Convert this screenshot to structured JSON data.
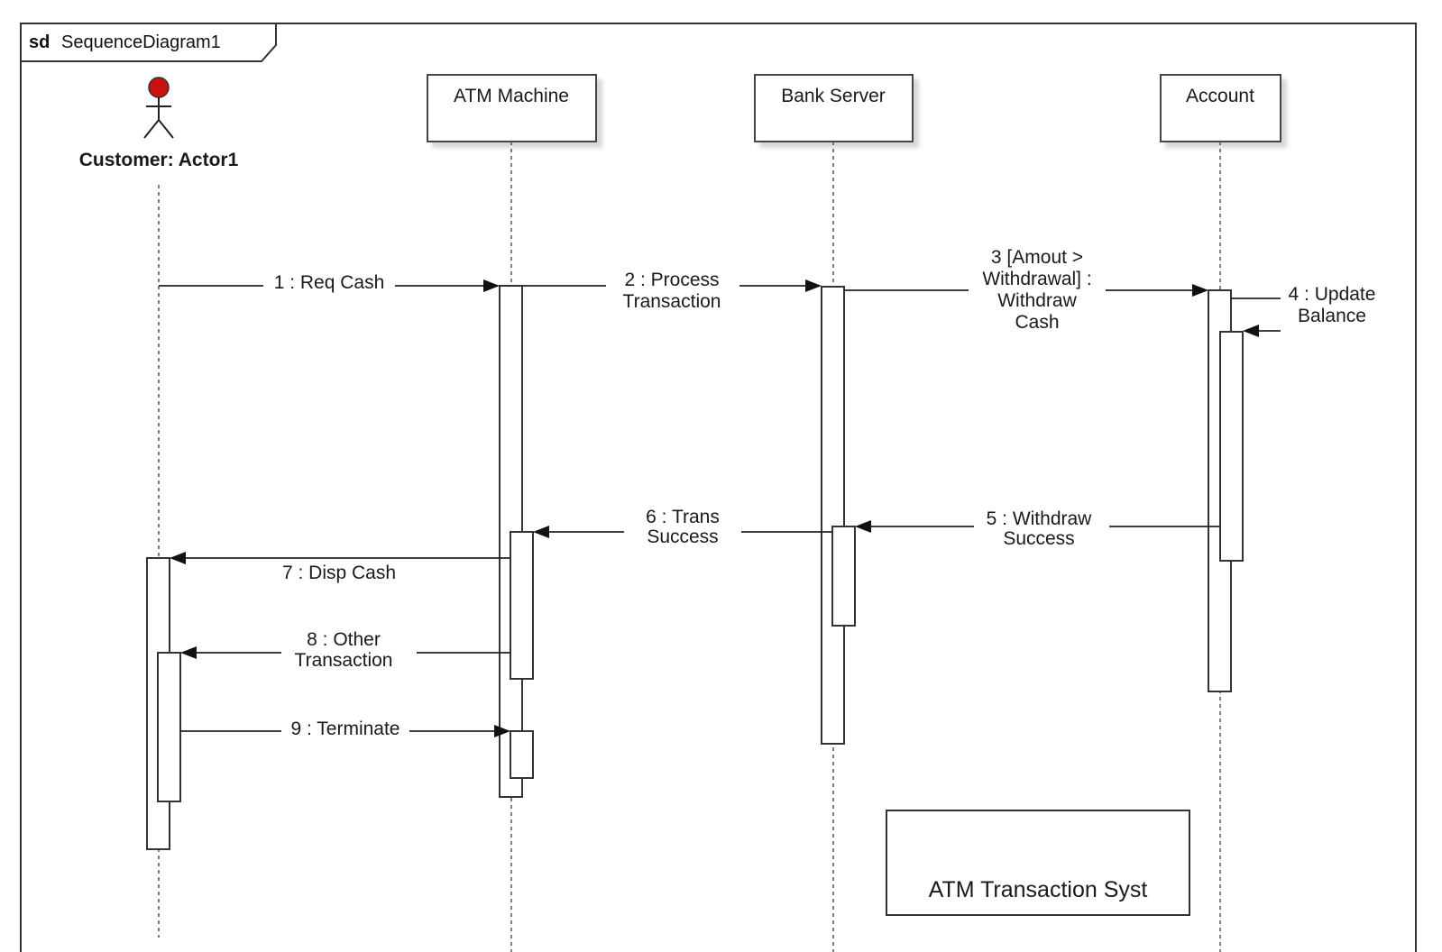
{
  "frame": {
    "keyword": "sd",
    "name": "SequenceDiagram1"
  },
  "actor": {
    "label": "Customer: Actor1",
    "head_color": "#cc1111"
  },
  "lifelines": [
    {
      "id": "atm",
      "label": "ATM Machine"
    },
    {
      "id": "bank",
      "label": "Bank Server"
    },
    {
      "id": "account",
      "label": "Account"
    }
  ],
  "messages": [
    {
      "id": "m1",
      "from": "customer",
      "to": "atm",
      "lines": [
        "1 : Req Cash"
      ]
    },
    {
      "id": "m2",
      "from": "atm",
      "to": "bank",
      "lines": [
        "2 : Process",
        "Transaction"
      ]
    },
    {
      "id": "m3",
      "from": "bank",
      "to": "account",
      "lines": [
        "3 [Amout >",
        "Withdrawal] :",
        "Withdraw",
        "Cash"
      ]
    },
    {
      "id": "m4",
      "from": "account",
      "to": "account",
      "lines": [
        "4 : Update",
        "Balance"
      ]
    },
    {
      "id": "m5",
      "from": "account",
      "to": "bank",
      "lines": [
        "5 : Withdraw",
        "Success"
      ]
    },
    {
      "id": "m6",
      "from": "bank",
      "to": "atm",
      "lines": [
        "6 : Trans",
        "Success"
      ]
    },
    {
      "id": "m7",
      "from": "atm",
      "to": "customer",
      "lines": [
        "7 : Disp Cash"
      ]
    },
    {
      "id": "m8",
      "from": "atm",
      "to": "customer",
      "lines": [
        "8 : Other",
        "Transaction"
      ]
    },
    {
      "id": "m9",
      "from": "customer",
      "to": "atm",
      "lines": [
        "9 : Terminate"
      ]
    }
  ],
  "note": {
    "text": "ATM Transaction Syst"
  }
}
